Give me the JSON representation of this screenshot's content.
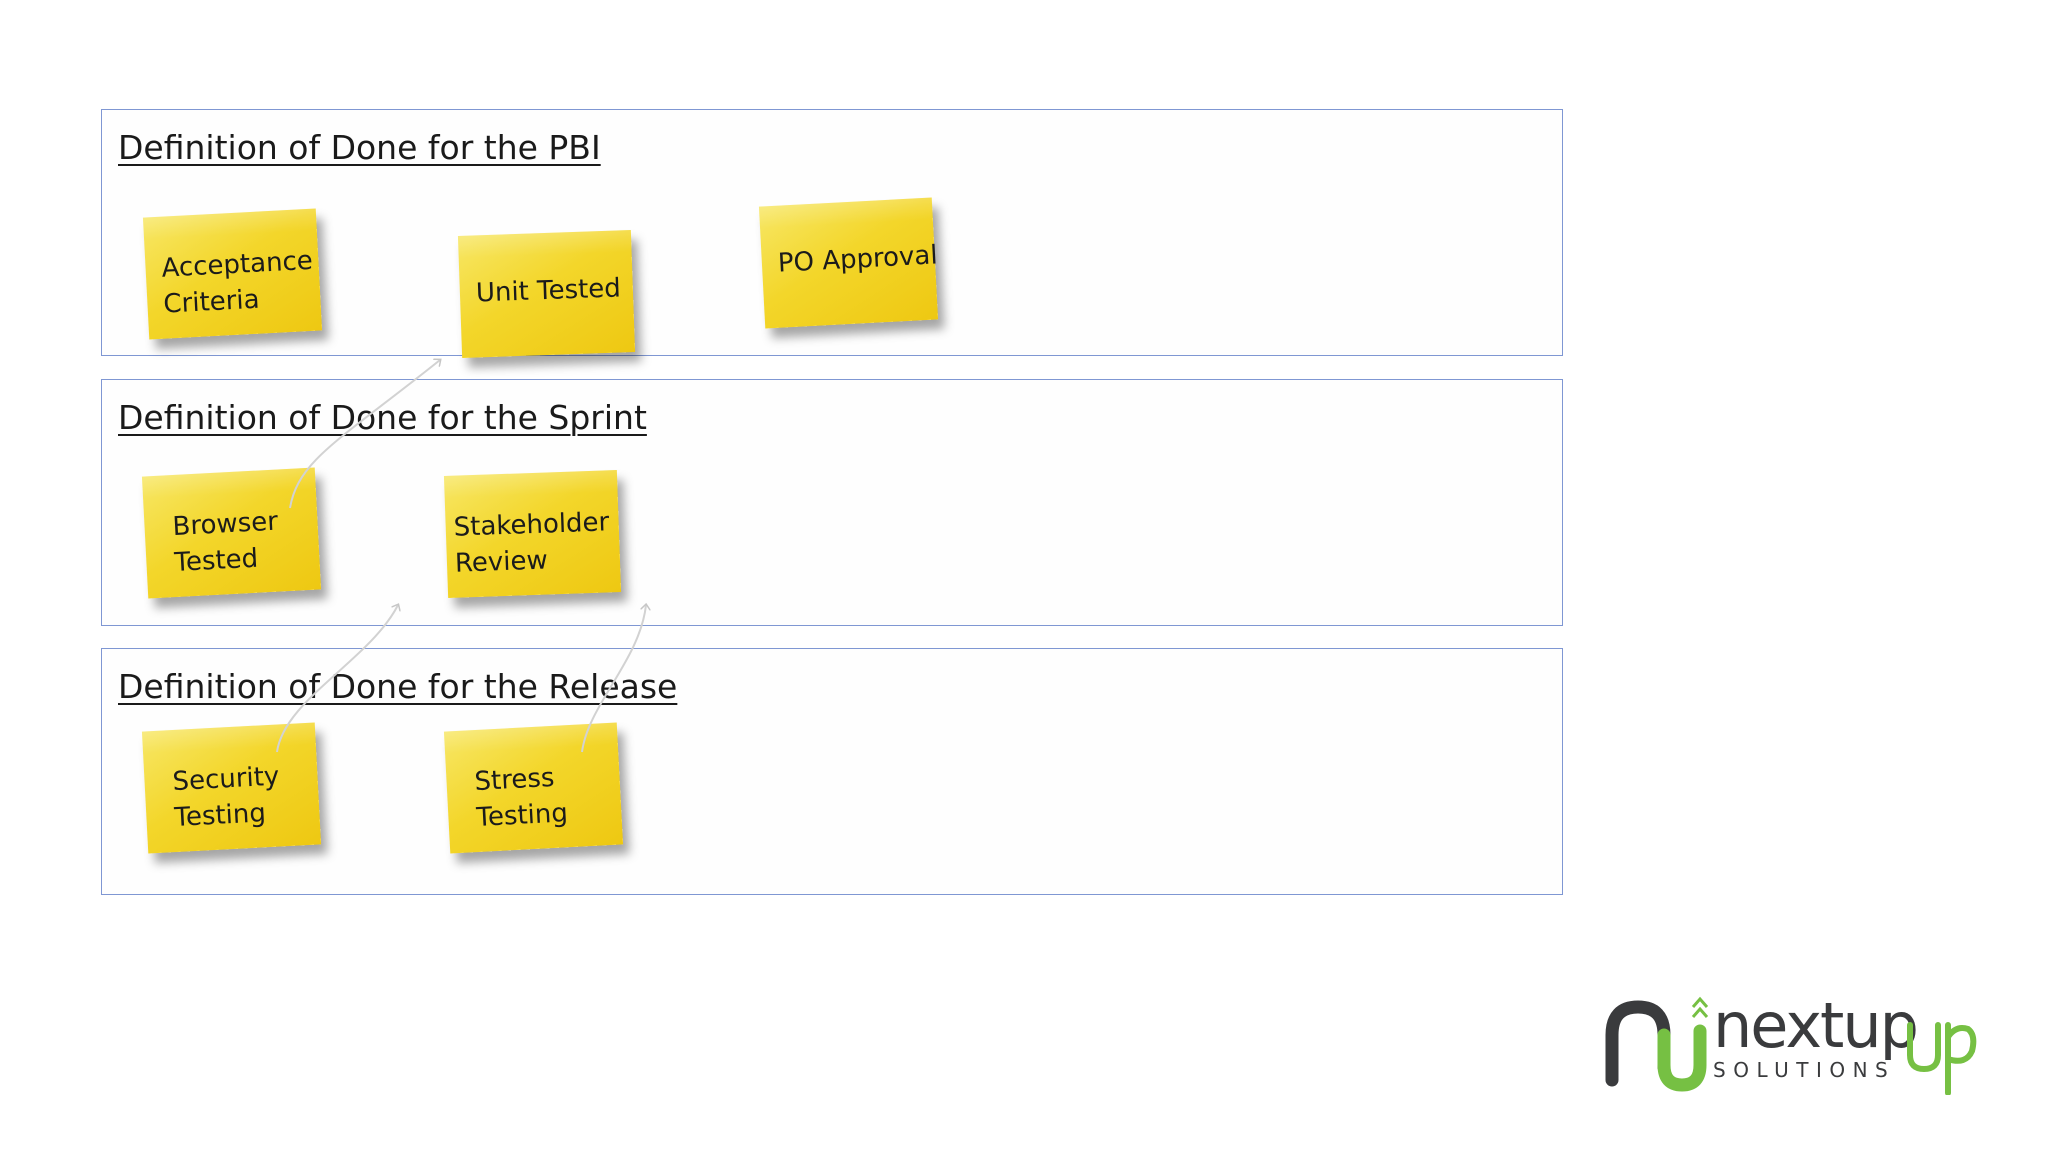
{
  "sections": [
    {
      "title": "Definition of Done for the PBI"
    },
    {
      "title": "Definition of Done for the Sprint"
    },
    {
      "title": "Definition of Done for the Release"
    }
  ],
  "notes": {
    "acceptance": {
      "line1": "Acceptance",
      "line2": "Criteria"
    },
    "unit": {
      "line1": "Unit Tested"
    },
    "po": {
      "line1": "PO Approval"
    },
    "browser": {
      "line1": "Browser",
      "line2": "Tested"
    },
    "stakeholder": {
      "line1": "Stakeholder",
      "line2": "Review"
    },
    "security": {
      "line1": "Security",
      "line2": "Testing"
    },
    "stress": {
      "line1": "Stress",
      "line2": "Testing"
    }
  },
  "logo": {
    "name": "nextup",
    "tagline": "SOLUTIONS",
    "colors": {
      "dark": "#3a3b3d",
      "green": "#76c043"
    }
  },
  "colors": {
    "panel_border": "#7f97d3",
    "note_yellow": "#f3d62a"
  }
}
